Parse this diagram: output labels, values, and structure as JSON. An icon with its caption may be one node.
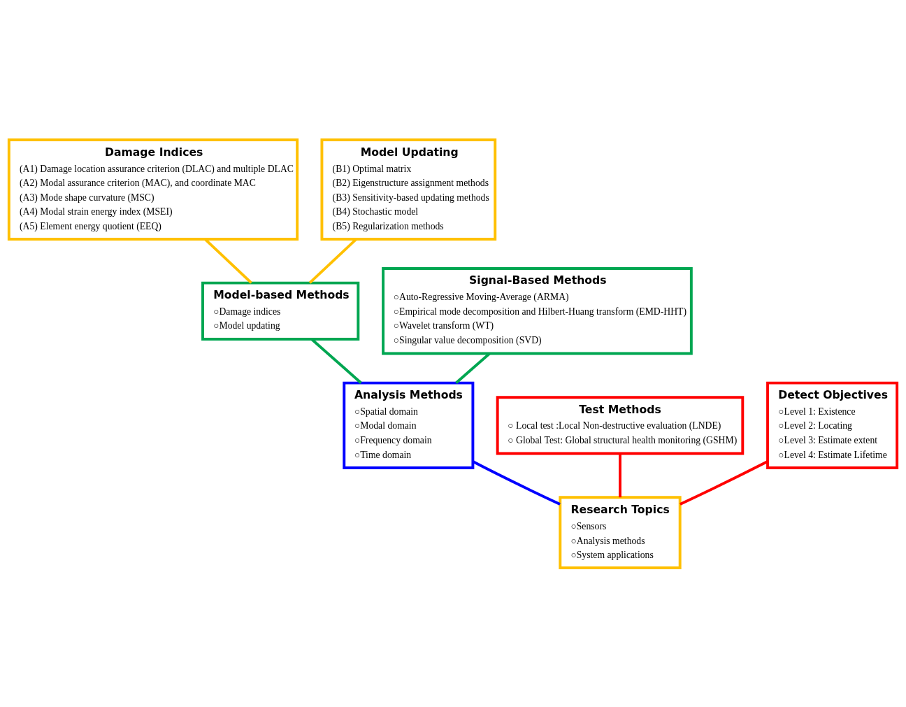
{
  "diagram": {
    "nodes": [
      {
        "text": [
          "Damage Indices",
          "(A1) Damage location assurance criterion (DLAC) and multiple DLAC",
          "(A2) Modal assurance criterion (MAC), and coordinate MAC",
          "(A3) Mode shape curvature (MSC)",
          "(A4) Modal strain energy index (MSEI)",
          "(A5) Element energy quotient (EEQ)"
        ]
      },
      {
        "text": [
          "Test Methods",
          "○ Local test :Local Non-destructive evaluation (LNDE)",
          "○ Global Test: Global structural health monitoring (GSHM)"
        ]
      },
      {
        "text": [
          "Model-based Methods",
          "○Damage indices",
          "○Model updating"
        ]
      },
      {
        "text": [
          "Model Updating",
          "(B1) Optimal matrix",
          "(B2) Eigenstructure assignment methods",
          "(B3) Sensitivity-based updating methods",
          "(B4) Stochastic model",
          "(B5) Regularization methods"
        ]
      },
      {
        "text": [
          "Research Topics",
          "○Sensors",
          "○Analysis methods",
          "○System applications"
        ]
      },
      {
        "text": [
          "Analysis Methods",
          "○Spatial domain",
          "○Modal domain",
          "○Frequency domain",
          "○Time domain"
        ]
      },
      {
        "text": [
          "Detect Objectives",
          "○Level 1: Existence",
          "○Level 2: Locating",
          "○Level 3: Estimate extent",
          "○Level 4: Estimate Lifetime"
        ]
      },
      {
        "text": [
          "Signal-Based Methods",
          "○Auto-Regressive Moving-Average (ARMA)",
          "○Empirical mode decomposition and Hilbert-Huang transform (EMD-HHT)",
          "○Wavelet transform (WT)",
          "○Singular value decomposition (SVD)"
        ]
      }
    ],
    "edges": [
      {
        "from": 1,
        "to": 4,
        "arrow": "none",
        "color": "#ff0000"
      },
      {
        "from": 6,
        "to": 4,
        "arrow": "none",
        "color": "#ff0000"
      },
      {
        "from": 5,
        "to": 4,
        "arrow": "none",
        "color": "#0000ff"
      },
      {
        "from": 2,
        "to": 5,
        "arrow": "none",
        "color": "#00a651"
      },
      {
        "from": 7,
        "to": 5,
        "arrow": "none",
        "color": "#00a651"
      },
      {
        "from": 0,
        "to": 2,
        "arrow": "none",
        "color": "#ffc000"
      },
      {
        "from": 3,
        "to": 2,
        "arrow": "none",
        "color": "#ffc000"
      }
    ]
  }
}
